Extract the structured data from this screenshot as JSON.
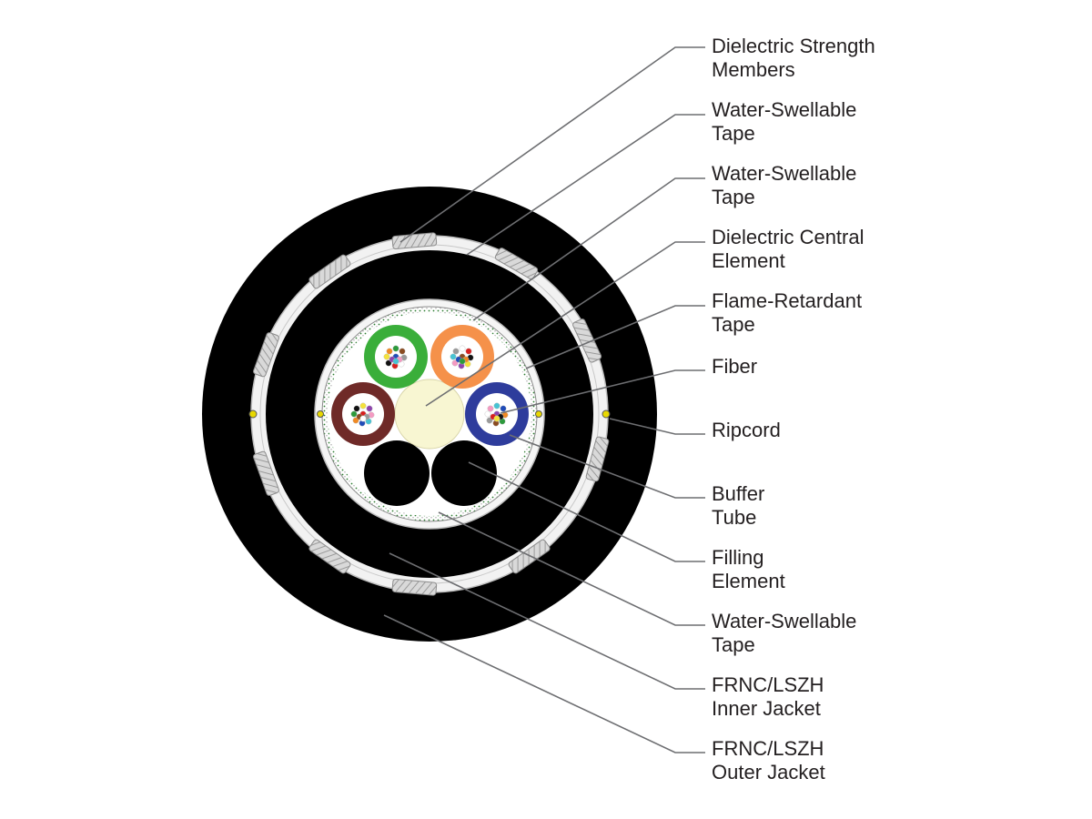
{
  "labels": [
    {
      "line1": "Dielectric Strength",
      "line2": "Members"
    },
    {
      "line1": "Water-Swellable",
      "line2": "Tape"
    },
    {
      "line1": "Water-Swellable",
      "line2": "Tape"
    },
    {
      "line1": "Dielectric Central",
      "line2": "Element"
    },
    {
      "line1": "Flame-Retardant",
      "line2": "Tape"
    },
    {
      "line1": "Fiber",
      "line2": ""
    },
    {
      "line1": "Ripcord",
      "line2": ""
    },
    {
      "line1": "Buffer",
      "line2": "Tube"
    },
    {
      "line1": "Filling",
      "line2": "Element"
    },
    {
      "line1": "Water-Swellable",
      "line2": "Tape"
    },
    {
      "line1": "FRNC/LSZH",
      "line2": "Inner Jacket"
    },
    {
      "line1": "FRNC/LSZH",
      "line2": "Outer Jacket"
    }
  ],
  "colors": {
    "jacket": "#000000",
    "tape": "#f2f2f2",
    "buffer_green": "#3aae3a",
    "buffer_orange": "#f5914a",
    "buffer_brown": "#6f2a28",
    "buffer_blue": "#2e3c9c",
    "central_element": "#f8f6d2",
    "leader_line": "#6d6e71",
    "ripcord": "#e8d800"
  },
  "fiber_colors": [
    "#1f4bb8",
    "#f08a24",
    "#2c9a3c",
    "#8a4b21",
    "#9a9a9a",
    "#ffffff",
    "#d81e1e",
    "#111111",
    "#f4e23c",
    "#8e44ad",
    "#f49ac2",
    "#46c3d3"
  ]
}
